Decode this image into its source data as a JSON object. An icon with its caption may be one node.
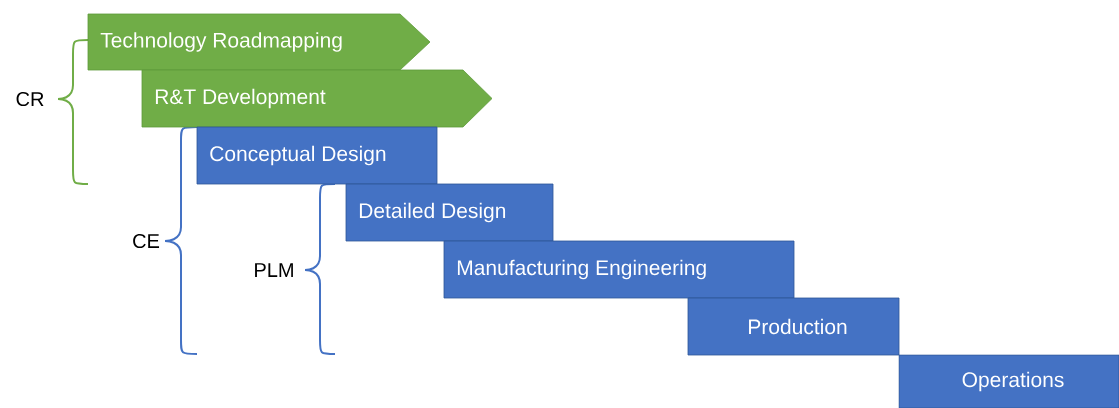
{
  "diagram": {
    "nodes": [
      {
        "text": [
          "Technology Roadmapping"
        ]
      },
      {
        "text": [
          "R&T Development"
        ]
      },
      {
        "text": [
          "Conceptual Design"
        ]
      },
      {
        "text": [
          "Detailed Design"
        ]
      },
      {
        "text": [
          "Manufacturing Engineering"
        ]
      },
      {
        "text": [
          "Production"
        ]
      },
      {
        "text": [
          "Operations"
        ]
      }
    ],
    "labels": [
      "CR",
      "CE",
      "PLM"
    ]
  }
}
